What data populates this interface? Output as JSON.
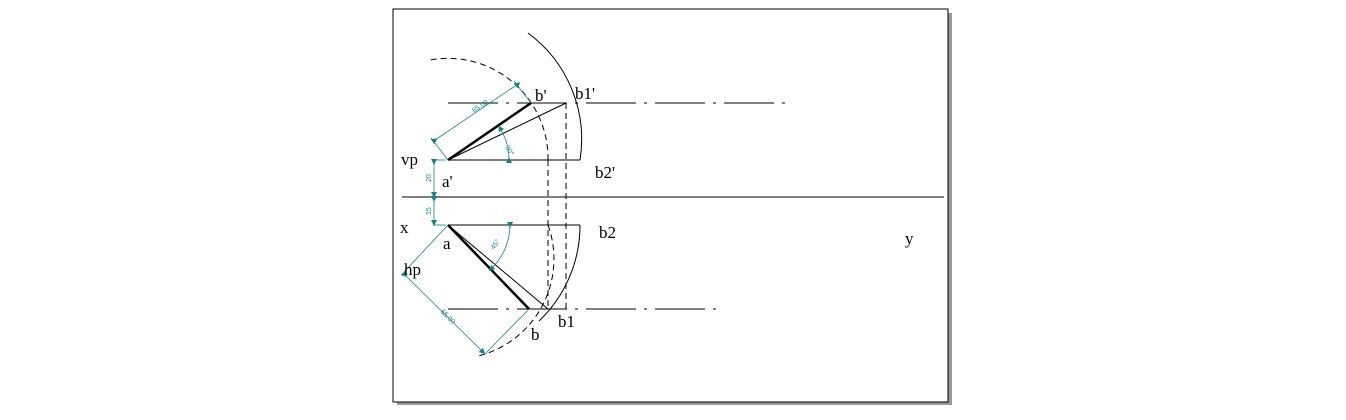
{
  "labels": {
    "b_prime": "b'",
    "b1_prime": "b1'",
    "vp": "vp",
    "a_prime": "a'",
    "b2_prime": "b2'",
    "x": "x",
    "a": "a",
    "b2": "b2",
    "y": "y",
    "hp": "hp",
    "b1": "b1",
    "b": "b"
  },
  "dimensions": {
    "true_length_top": "65.00",
    "angle_top": "30°",
    "gap_above_xy": "20",
    "gap_below_xy": "15",
    "true_length_bottom": "65.00",
    "angle_bottom": "45°"
  },
  "colors": {
    "line": "#000000",
    "dimension": "#1a7f86",
    "frame_shadow": "#9a9a9a"
  }
}
